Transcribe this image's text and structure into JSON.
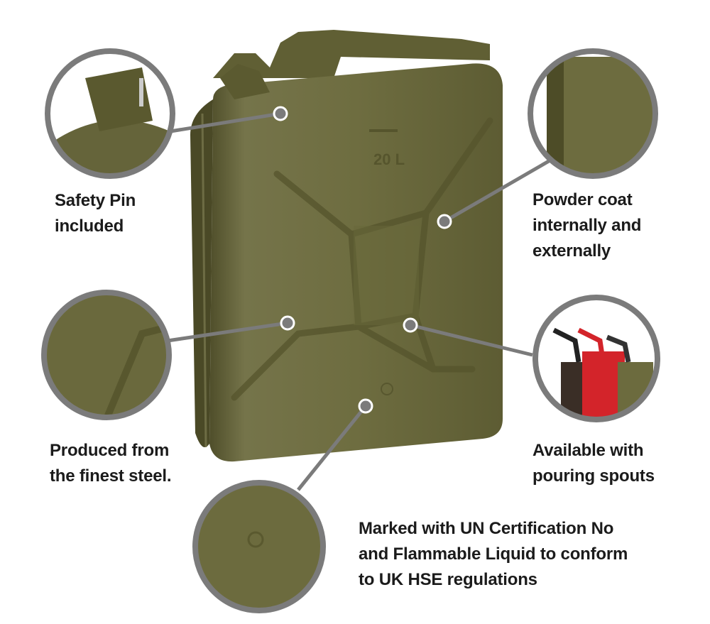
{
  "colors": {
    "can_body": "#6c6b3e",
    "ring": "#7b7b7b",
    "text": "#1b1b1b",
    "red_can": "#d3242a"
  },
  "can": {
    "capacity_marking": "20 L"
  },
  "callouts": [
    {
      "id": "safety-pin",
      "text": "Safety Pin\nincluded"
    },
    {
      "id": "powder-coat",
      "text": "Powder coat\ninternally and\nexternally"
    },
    {
      "id": "finest-steel",
      "text": "Produced from\nthe finest steel."
    },
    {
      "id": "pouring-spouts",
      "text": "Available with\npouring spouts"
    },
    {
      "id": "un-certification",
      "text": "Marked with UN Certification No\nand Flammable Liquid to conform\nto UK HSE regulations"
    }
  ]
}
